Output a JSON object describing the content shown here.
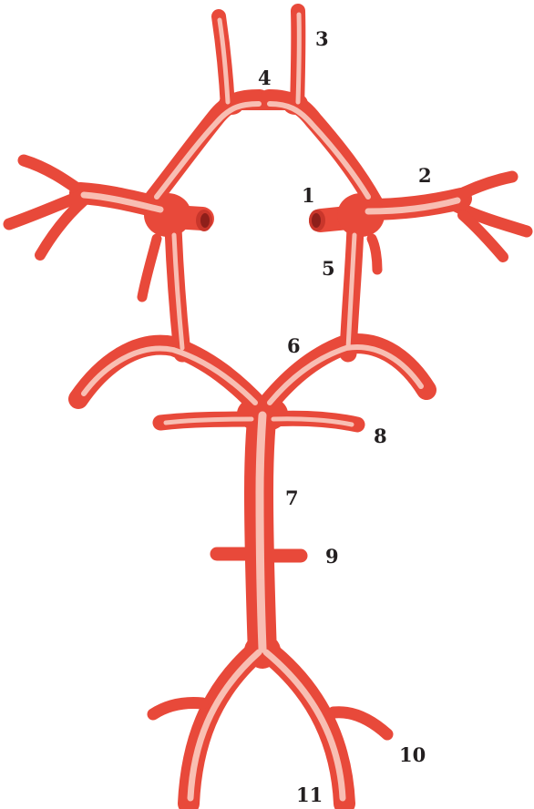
{
  "diagram": {
    "labels": {
      "l1": "1",
      "l2": "2",
      "l3": "3",
      "l4": "4",
      "l5": "5",
      "l6": "6",
      "l7": "7",
      "l8": "8",
      "l9": "9",
      "l10": "10",
      "l11": "11"
    },
    "colors": {
      "vessel": "#e8493a",
      "vessel_dark": "#c9362b",
      "highlight": "#fbd3c9",
      "lumen": "#8e1f1a",
      "text": "#231f20"
    }
  }
}
